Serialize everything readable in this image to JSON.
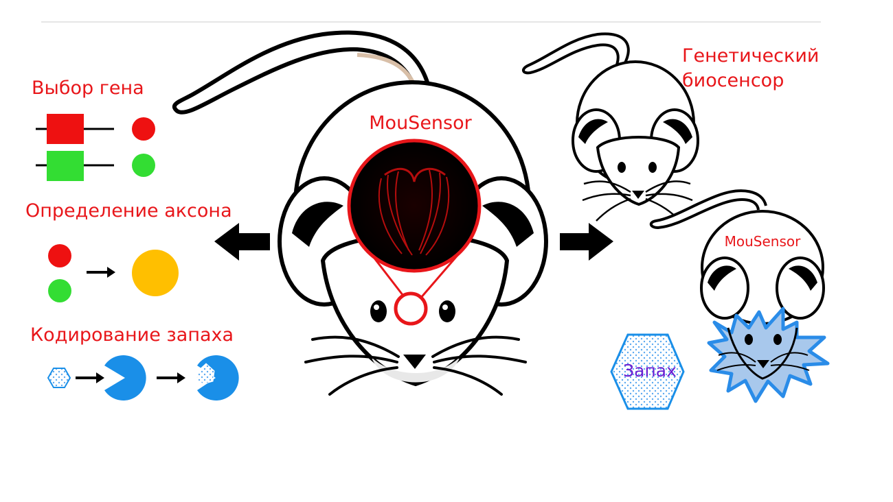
{
  "labels": {
    "gene_choice": "Выбор гена",
    "axon_detection": "Определение аксона",
    "odor_coding": "Кодирование запаха",
    "center_mouse": "MouSensor",
    "genetic_biosensor_line1": "Генетический",
    "genetic_biosensor_line2": "биосенсор",
    "small_mouse": "MouSensor",
    "odor": "Запах"
  },
  "colors": {
    "label_red": "#e8161a",
    "odor_purple": "#6a1fd1",
    "gene_red": "#ee1111",
    "gene_green": "#33dd33",
    "axon_yellow": "#ffbf00",
    "pacman_blue": "#1a8fe8",
    "burst_blue": "#a8c8ec",
    "burst_edge": "#2a8ce8",
    "hex_blue": "#1a8fe8",
    "tail_brown": "#d8bfa8",
    "outline": "#000000"
  },
  "icons": {
    "left_arrow": "arrow-left-icon",
    "right_arrow": "arrow-right-icon",
    "small_arrow": "arrow-right-icon"
  }
}
